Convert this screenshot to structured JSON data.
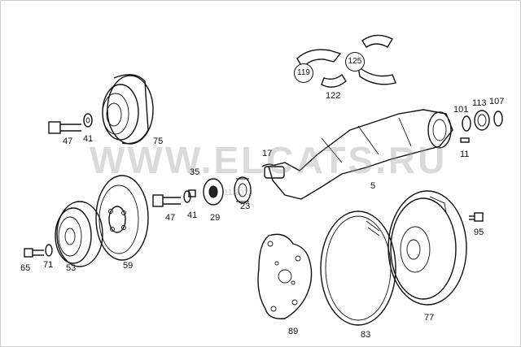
{
  "diagram": {
    "watermark": "WWW.ELCATS.RU",
    "watermark_date": "11.2013",
    "callouts": [
      "119",
      "125"
    ],
    "labels": [
      "122",
      "101",
      "113",
      "107",
      "47",
      "41",
      "75",
      "17",
      "35",
      "5",
      "11",
      "47",
      "41",
      "29",
      "23",
      "95",
      "65",
      "71",
      "53",
      "59",
      "89",
      "83",
      "77"
    ]
  }
}
